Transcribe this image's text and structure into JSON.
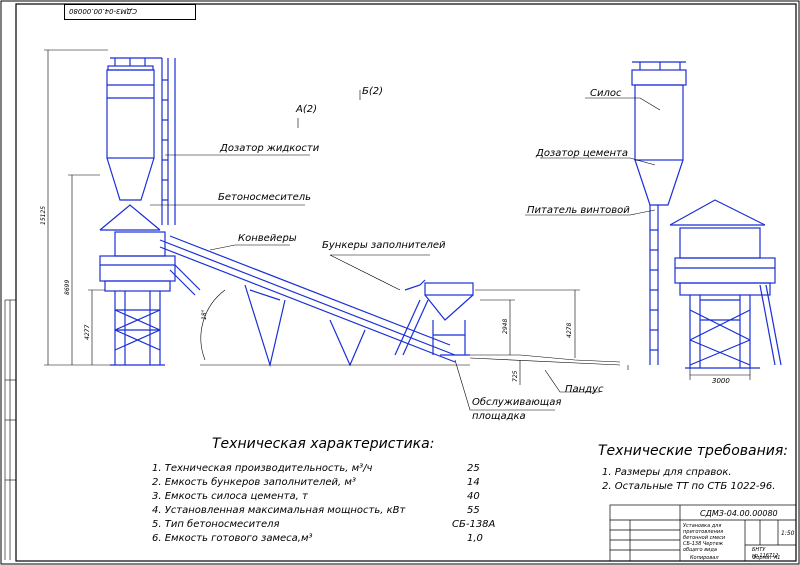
{
  "sheet": {
    "code_top": "СДМЗ-04.00.00080",
    "code_stamp": "СДМЗ-04.00.00080",
    "stamp_title": "Установка для приготовления бетонной смеси СБ-138 Чертеж общего вида",
    "stamp_scale": "1:50",
    "stamp_org": "БНТУ гр.116712",
    "stamp_bottom_left": "Копировал",
    "stamp_bottom_right": "Формат A1"
  },
  "views": {
    "view_a": "А(2)",
    "view_b": "Б(2)"
  },
  "labels": {
    "dozator_liquid": "Дозатор жидкости",
    "mixer": "Бетоносмеситель",
    "conveyors": "Конвейеры",
    "bunkers": "Бункеры заполнителей",
    "platform_line1": "Обслуживающая",
    "platform_line2": "площадка",
    "ramp": "Пандус",
    "silo": "Силос",
    "cement_dozator": "Дозатор цемента",
    "screw_feeder": "Питатель винтовой"
  },
  "dimensions": {
    "total_height": "15125",
    "h2": "8699",
    "h3": "4277",
    "h4": "4278",
    "h5": "2948",
    "h6": "725",
    "angle": "18°",
    "width_right": "3000"
  },
  "characteristics": {
    "title": "Техническая характеристика:",
    "items": [
      {
        "label": "1. Техническая производительность, м³/ч",
        "value": "25"
      },
      {
        "label": "2. Емкость бункеров заполнителей, м³",
        "value": "14"
      },
      {
        "label": "3. Емкость силоса цемента, т",
        "value": "40"
      },
      {
        "label": "4. Установленная максимальная мощность, кВт",
        "value": "55"
      },
      {
        "label": "5. Тип бетоносмесителя",
        "value": "СБ-138А"
      },
      {
        "label": "6. Емкость готового замеса,м³",
        "value": "1,0"
      }
    ]
  },
  "requirements": {
    "title": "Технические требования:",
    "items": [
      "1. Размеры для справок.",
      "2. Остальные ТТ по СТБ 1022-96."
    ]
  },
  "colors": {
    "structure": "#1a2fd6",
    "lines": "#000000"
  }
}
